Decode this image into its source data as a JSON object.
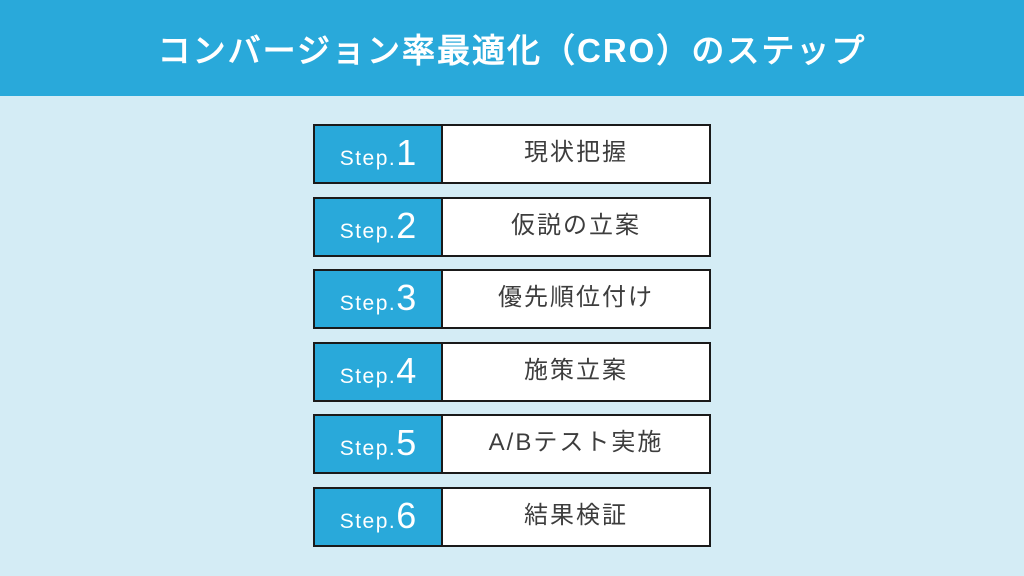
{
  "page": {
    "background_color": "#d4ecf5",
    "accent_color": "#29a9da",
    "border_color": "#1a1a1a",
    "label_text_color": "#3d3d3d"
  },
  "header": {
    "title": "コンバージョン率最適化（CRO）のステップ"
  },
  "steps": [
    {
      "prefix": "Step.",
      "number": "1",
      "label": "現状把握"
    },
    {
      "prefix": "Step.",
      "number": "2",
      "label": "仮説の立案"
    },
    {
      "prefix": "Step.",
      "number": "3",
      "label": "優先順位付け"
    },
    {
      "prefix": "Step.",
      "number": "4",
      "label": "施策立案"
    },
    {
      "prefix": "Step.",
      "number": "5",
      "label": "A/Bテスト実施"
    },
    {
      "prefix": "Step.",
      "number": "6",
      "label": "結果検証"
    }
  ]
}
